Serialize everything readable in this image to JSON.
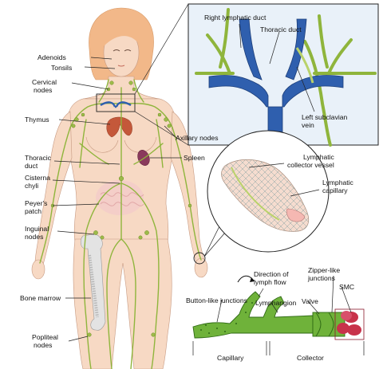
{
  "labels": {
    "adenoids": "Adenoids",
    "tonsils": "Tonsils",
    "cervical_nodes": [
      "Cervical",
      "nodes"
    ],
    "thymus": "Thymus",
    "thoracic_duct": [
      "Thoracic",
      "duct"
    ],
    "cisterna_chyli": [
      "Cisterna",
      "chyli"
    ],
    "peyers_patch": [
      "Peyer's",
      "patch"
    ],
    "inguinal_nodes": [
      "Inguinal",
      "nodes"
    ],
    "bone_marrow": "Bone marrow",
    "popliteal_nodes": [
      "Popliteal",
      "nodes"
    ],
    "axillary_nodes": "Axillary nodes",
    "spleen": "Spleen",
    "right_lymphatic_duct": "Right lymphatic duct",
    "thoracic_duct_inset": "Thoracic duct",
    "left_subclavian_vein": [
      "Left subclavian",
      "vein"
    ],
    "lymphatic_collector_vessel": [
      "Lymphatic",
      "collector vessel"
    ],
    "lymphatic_capillary": [
      "Lymphatic",
      "capillary"
    ],
    "direction_of_lymph_flow": [
      "Direction of",
      "lymph flow"
    ],
    "zipper_like_junctions": [
      "Zipper-like",
      "junctions"
    ],
    "smc": "SMC",
    "button_like_junctions": "Button-like junctions",
    "lymphangion": "Lymphangion",
    "valve": "Valve",
    "capillary": "Capillary",
    "collector": "Collector"
  },
  "colors": {
    "skin": "#f7d9c4",
    "skin_outline": "#c79a82",
    "hair": "#f2b889",
    "lymph_vessel": "#8fb53c",
    "lymph_node": "#9dbb4a",
    "vein_blue": "#2f5fae",
    "thymus_red": "#c4583a",
    "spleen_purple": "#8a3a5c",
    "vessel_green_fill": "#6fb23a",
    "smc_red": "#c8324a"
  }
}
